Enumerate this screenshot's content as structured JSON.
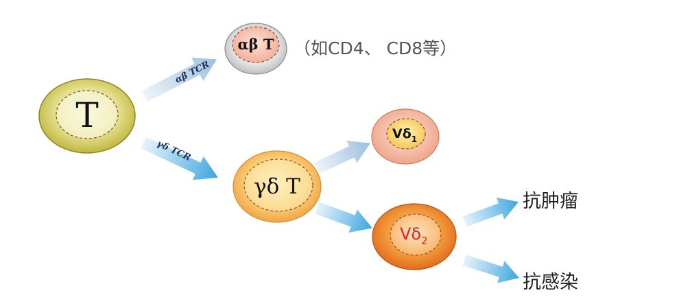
{
  "cells": {
    "t": {
      "label": "T"
    },
    "alpha_beta": {
      "label": "αβ T",
      "note": "（如CD4、 CD8等）"
    },
    "gamma_delta": {
      "label": "γδ T"
    },
    "vd1": {
      "label_main": "Vδ",
      "label_sub": "1"
    },
    "vd2": {
      "label_main": "Vδ",
      "label_sub": "2"
    }
  },
  "arrows": {
    "to_alpha_beta": "αβ TCR",
    "to_gamma_delta": "γδ TCR"
  },
  "outcomes": {
    "anti_tumor": "抗肿瘤",
    "anti_infection": "抗感染"
  },
  "colors": {
    "t_cell": "#c9c23a",
    "alpha_beta_outer": "#cfcfcf",
    "alpha_beta_inner": "#f4b9a6",
    "gamma_delta": "#f3b14a",
    "vd1_outer": "#f0a98f",
    "vd1_inner": "#f6d06a",
    "vd2": "#e8731f",
    "vd2_label": "#e02020",
    "arrow": "#5bb4e4"
  }
}
